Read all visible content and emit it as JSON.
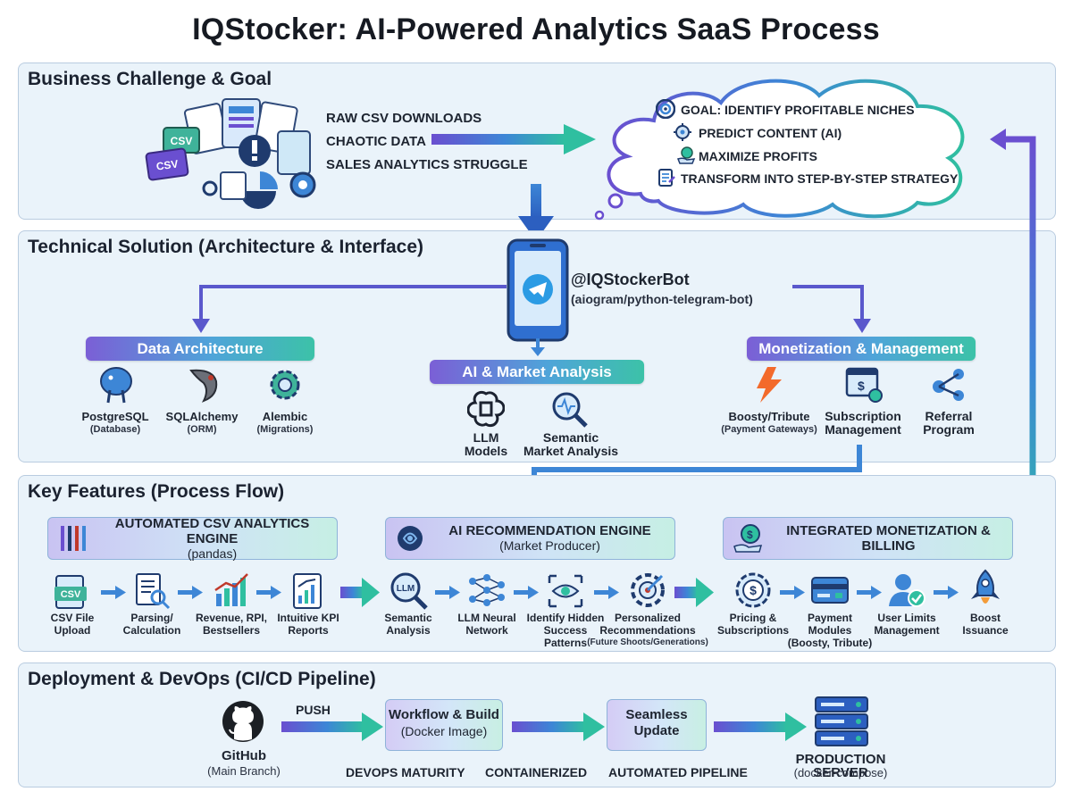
{
  "title": "IQStocker: AI-Powered Analytics SaaS Process",
  "colors": {
    "accent_purple": "#6a4fd0",
    "accent_blue": "#3d86d6",
    "accent_teal": "#2fbfa0",
    "panel_bg": "#eaf3fa"
  },
  "business": {
    "heading": "Business Challenge & Goal",
    "problems": [
      "RAW CSV DOWNLOADS",
      "CHAOTIC DATA",
      "SALES ANALYTICS STRUGGLE"
    ],
    "csv_tag_1": "CSV",
    "csv_tag_2": "CSV",
    "goals": [
      "GOAL: IDENTIFY PROFITABLE NICHES",
      "PREDICT CONTENT (AI)",
      "MAXIMIZE PROFITS",
      "TRANSFORM INTO STEP-BY-STEP STRATEGY"
    ],
    "goal_icons": [
      "target-icon",
      "ai-chip-icon",
      "money-hand-icon",
      "strategy-doc-icon"
    ]
  },
  "technical": {
    "heading": "Technical Solution (Architecture & Interface)",
    "bot_name": "@IQStockerBot",
    "bot_lib": "(aiogram/python-telegram-bot)",
    "groups": [
      {
        "title": "Data Architecture",
        "items": [
          {
            "name": "PostgreSQL",
            "sub": "(Database)"
          },
          {
            "name": "SQLAlchemy",
            "sub": "(ORM)"
          },
          {
            "name": "Alembic",
            "sub": "(Migrations)"
          }
        ]
      },
      {
        "title": "AI & Market Analysis",
        "items": [
          {
            "name": "LLM",
            "name2": "Models"
          },
          {
            "name": "Semantic",
            "name2": "Market Analysis"
          }
        ]
      },
      {
        "title": "Monetization & Management",
        "items": [
          {
            "name": "Boosty/Tribute",
            "sub": "(Payment Gateways)"
          },
          {
            "name": "Subscription",
            "name2": "Management"
          },
          {
            "name": "Referral",
            "name2": "Program"
          }
        ]
      }
    ]
  },
  "features": {
    "heading": "Key Features (Process Flow)",
    "engines": [
      {
        "title": "AUTOMATED CSV ANALYTICS ENGINE",
        "sub": "(pandas)"
      },
      {
        "title": "AI RECOMMENDATION ENGINE",
        "sub": "(Market Producer)"
      },
      {
        "title": "INTEGRATED MONETIZATION &",
        "title2": "BILLING"
      }
    ],
    "csv_icon_tag": "CSV",
    "llm_icon_tag": "LLM",
    "steps": [
      {
        "l1": "CSV File",
        "l2": "Upload"
      },
      {
        "l1": "Parsing/",
        "l2": "Calculation"
      },
      {
        "l1": "Revenue, RPI,",
        "l2": "Bestsellers"
      },
      {
        "l1": "Intuitive KPI",
        "l2": "Reports"
      },
      {
        "l1": "Semantic",
        "l2": "Analysis"
      },
      {
        "l1": "LLM Neural",
        "l2": "Network"
      },
      {
        "l1": "Identify Hidden",
        "l2": "Success",
        "l3": "Patterns"
      },
      {
        "l1": "Personalized",
        "l2": "Recommendations",
        "l3": "(Future Shoots/Generations)"
      },
      {
        "l1": "Pricing &",
        "l2": "Subscriptions"
      },
      {
        "l1": "Payment",
        "l2": "Modules",
        "l3": "(Boosty, Tribute)"
      },
      {
        "l1": "User Limits",
        "l2": "Management"
      },
      {
        "l1": "Boost",
        "l2": "Issuance"
      }
    ]
  },
  "deployment": {
    "heading": "Deployment & DevOps (CI/CD Pipeline)",
    "github": "GitHub",
    "github_sub": "(Main Branch)",
    "push": "PUSH",
    "build_title": "Workflow & Build",
    "build_sub": "(Docker Image)",
    "update_title": "Seamless",
    "update_title2": "Update",
    "server": "PRODUCTION SERVER",
    "server_sub": "(docker-compose)",
    "tags": [
      "DEVOPS MATURITY",
      "CONTAINERIZED",
      "AUTOMATED PIPELINE"
    ]
  }
}
